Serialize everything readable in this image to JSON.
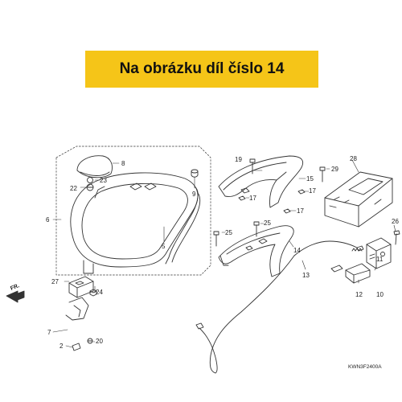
{
  "banner": {
    "text": "Na obrázku díl číslo 14"
  },
  "colors": {
    "banner_bg": "#f5c518",
    "line": "#333333"
  },
  "direction_marker": {
    "text": "FR."
  },
  "diagram_code": "KWN3F2400A",
  "callouts": {
    "c2": "2",
    "c5": "5",
    "c6": "6",
    "c7": "7",
    "c8": "8",
    "c9": "9",
    "c10": "10",
    "c11": "11",
    "c12": "12",
    "c13": "13",
    "c14": "14",
    "c15": "15",
    "c17a": "17",
    "c17b": "17",
    "c17c": "17",
    "c19": "19",
    "c20": "20",
    "c22": "22",
    "c23": "23",
    "c24": "24",
    "c25a": "25",
    "c25b": "25",
    "c26": "26",
    "c27": "27",
    "c28": "28",
    "c29": "29"
  }
}
